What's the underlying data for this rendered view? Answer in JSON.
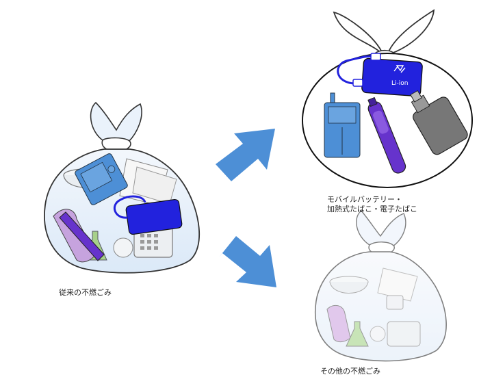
{
  "captions": {
    "conventional": "従来の不燃ごみ",
    "battery_line1": "モバイルバッテリー・",
    "battery_line2": "加熱式たばこ・電子たばこ",
    "other": "その他の不燃ごみ"
  },
  "battery_label": "Li-ion",
  "colors": {
    "bag_fill": "#e6f0fb",
    "battery": "#2222dd",
    "phone": "#4d8fd6",
    "vape": "#6633cc",
    "ecig": "#777777",
    "arrow": "#4d8fd6",
    "outline": "#333333"
  }
}
